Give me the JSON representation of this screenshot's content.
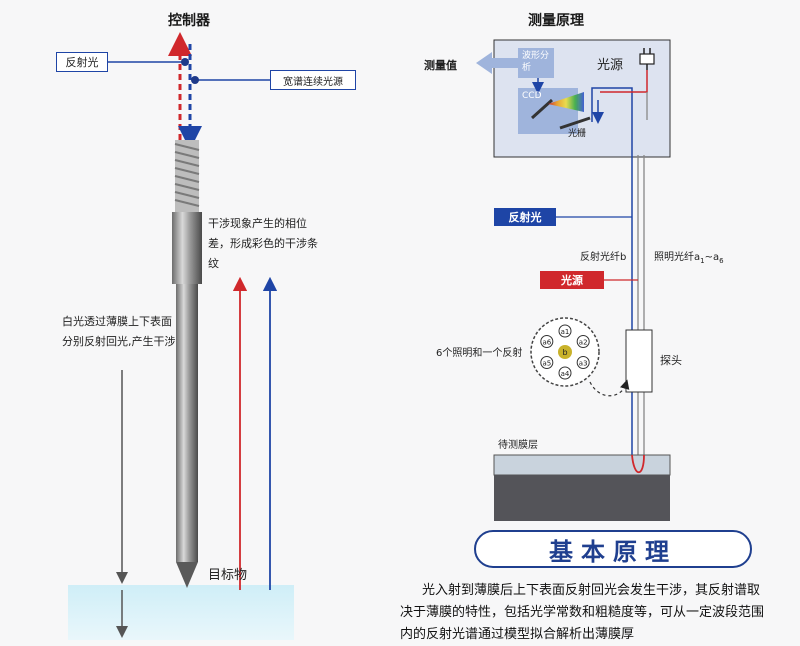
{
  "left_panel": {
    "title": "控制器",
    "reflected_light_label": "反射光",
    "broadband_source_label": "宽谱连续光源",
    "interference_note": "干涉现象产生的相位差，形成彩色的干涉条纹",
    "white_light_note": "白光透过薄膜上下表面分别反射回光,产生干涉",
    "target_label": "目标物"
  },
  "right_panel": {
    "title": "测量原理",
    "measured_value_label": "测量值",
    "waveform_analysis_label": "波形分析",
    "light_source_label": "光源",
    "ccd_label": "CCD",
    "grating_label": "光栅",
    "reflected_light_tag": "反射光",
    "reflected_fiber_label": "反射光纤b",
    "illumination_fiber_label": "照明光纤a",
    "illumination_fiber_sub1": "1",
    "illumination_fiber_sep": "~a",
    "illumination_fiber_sub2": "6",
    "source_tag": "光源",
    "fiber_bundle_note": "6个照明和一个反射",
    "probe_label": "探头",
    "film_layer_label": "待测膜层",
    "fiber_center_label": "b",
    "fiber_labels": [
      "a1",
      "a2",
      "a3",
      "a4",
      "a5",
      "a6"
    ]
  },
  "principle": {
    "banner": "基本原理",
    "description": "光入射到薄膜后上下表面反射回光会发生干涉，其反射谱取决于薄膜的特性，包括光学常数和粗糙度等，可从一定波段范围内的反射光谱通过模型拟合解析出薄膜厚"
  },
  "colors": {
    "blue": "#1f45a6",
    "red": "#d0282c",
    "dark_box": "#1e3a8a",
    "panel_fill": "#dde3f0",
    "film_top": "#c9d3dd",
    "film_bottom": "#545459"
  }
}
